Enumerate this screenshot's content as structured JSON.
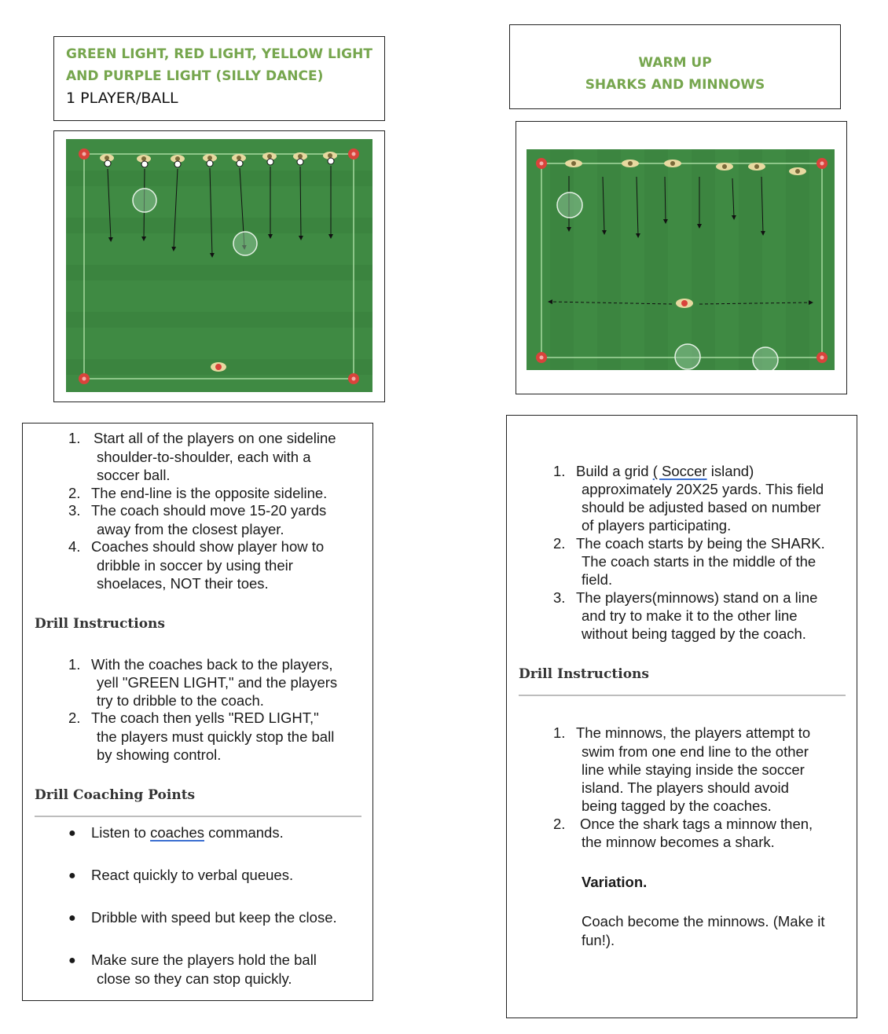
{
  "left": {
    "title_line1": "GREEN LIGHT, RED LIGHT, YELLOW LIGHT",
    "title_line2": "AND PURPLE LIGHT (SILLY DANCE)",
    "subtitle": "1 PLAYER/BALL",
    "setup": [
      {
        "num": "1.",
        "lines": [
          "Start all of the players on one sideline",
          "shoulder-to-shoulder, each with a",
          "soccer ball."
        ]
      },
      {
        "num": "2.",
        "lines": [
          "The end-line is the opposite sideline."
        ]
      },
      {
        "num": "3.",
        "lines": [
          "The coach should move 15-20 yards",
          "away from the closest player."
        ]
      },
      {
        "num": "4.",
        "lines": [
          "Coaches should show player how to",
          "dribble in soccer by using their",
          "shoelaces, NOT their toes."
        ]
      }
    ],
    "drill_instructions_heading": "Drill Instructions",
    "drill_instructions": [
      {
        "num": "1.",
        "lines": [
          "With the coaches back to the players,",
          "yell \"GREEN LIGHT,\" and the players",
          "try to dribble to the coach."
        ]
      },
      {
        "num": "2.",
        "lines": [
          "The coach then yells \"RED LIGHT,\"",
          "the players must quickly stop the ball",
          "by showing control."
        ]
      }
    ],
    "coaching_points_heading": "Drill Coaching Points",
    "coaching_points": [
      {
        "pre": "Listen to ",
        "underlined": "coaches",
        "post": " commands."
      },
      {
        "lines": [
          "React quickly to verbal queues."
        ]
      },
      {
        "lines": [
          "Dribble with speed but keep the close."
        ]
      },
      {
        "lines": [
          "Make sure the players hold the ball",
          "close so they can stop quickly."
        ]
      }
    ]
  },
  "right": {
    "title_line1": "WARM UP",
    "title_line2": "SHARKS AND MINNOWS",
    "setup": [
      {
        "num": "1.",
        "line1_pre": "Build a grid ",
        "line1_ul": "( Soccer",
        "line1_post": " island)",
        "lines": [
          "approximately 20X25 yards. This field",
          "should be adjusted based on number",
          "of players participating."
        ]
      },
      {
        "num": "2.",
        "lines": [
          "The coach starts by being the SHARK.",
          "The coach starts in the middle of the",
          "field."
        ]
      },
      {
        "num": "3.",
        "lines": [
          "The players(minnows) stand on a line",
          "and try to make it to the other line",
          "without being tagged by the coach."
        ]
      }
    ],
    "drill_instructions_heading": "Drill Instructions",
    "drill_instructions": [
      {
        "num": "1.",
        "lines": [
          "The minnows, the players attempt to",
          "swim from one end line to the other",
          "line while staying inside the soccer",
          "island. The players should avoid",
          "being tagged by the coaches."
        ]
      },
      {
        "num": "2.",
        "lines": [
          "Once the shark tags a minnow then,",
          "the minnow becomes a shark."
        ]
      }
    ],
    "variation_heading": "Variation.",
    "variation_lines": [
      "Coach become the minnows. (Make it",
      "fun!)."
    ]
  },
  "colors": {
    "title_green": "#76a64e",
    "pitch_green": "#3f8a43",
    "cone_red": "#d9433b",
    "player_tan": "#e8d9a0"
  }
}
